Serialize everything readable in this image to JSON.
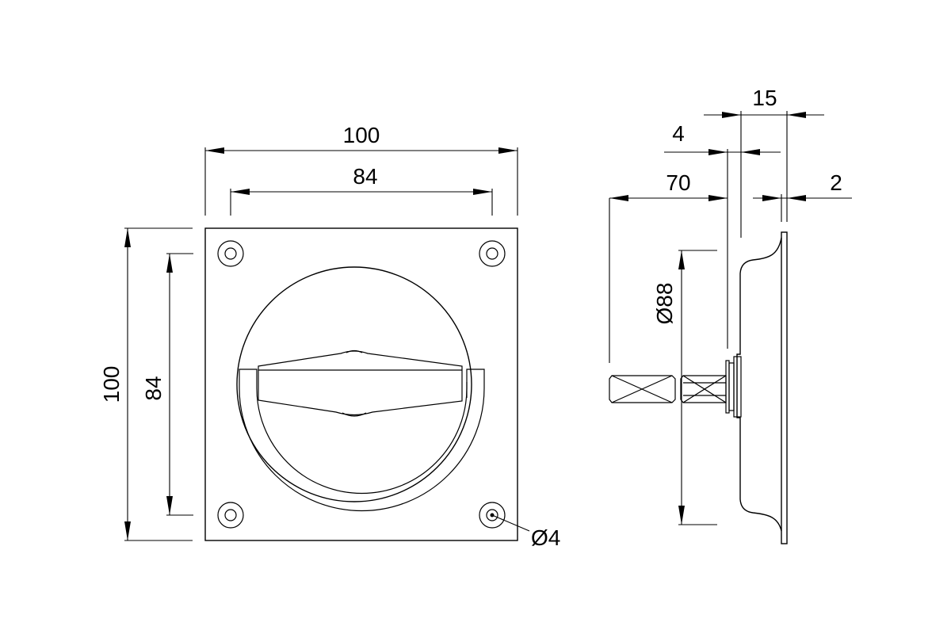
{
  "front_view": {
    "dims": {
      "plate_width": "100",
      "hole_spacing_h": "84",
      "plate_height": "100",
      "hole_spacing_v": "84",
      "hole_diameter": "Ø4"
    }
  },
  "side_view": {
    "dims": {
      "depth_overall": "15",
      "wall": "4",
      "handle_extension": "70",
      "flange": "2",
      "cup_diameter": "Ø88"
    }
  }
}
